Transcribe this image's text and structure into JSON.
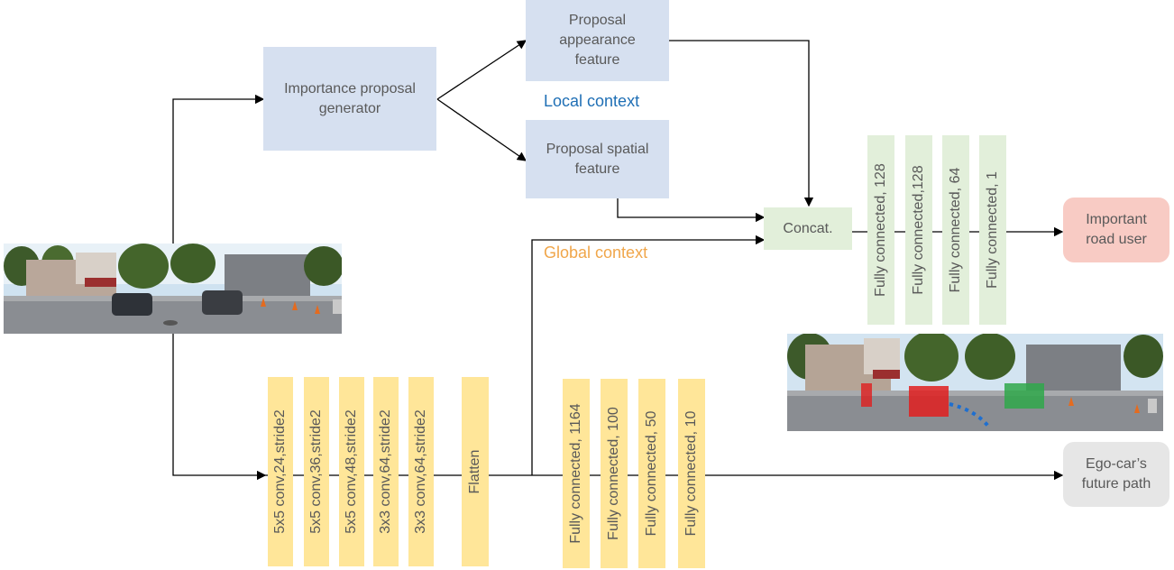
{
  "proposal_generator": "Importance proposal generator",
  "appearance_feature": "Proposal appearance feature",
  "spatial_feature": "Proposal spatial feature",
  "local_context": "Local context",
  "global_context": "Global context",
  "concat": "Concat.",
  "fc_top": [
    "Fully connected, 128",
    "Fully connected,128",
    "Fully connected, 64",
    "Fully connected, 1"
  ],
  "important_road_user": "Important road user",
  "conv_layers": [
    "5x5 conv,24,stride2",
    "5x5 conv,36,stride2",
    "5x5 conv,48,stride2",
    "3x3 conv,64,stride2",
    "3x3 conv,64,stride2"
  ],
  "flatten": "Flatten",
  "fc_bottom": [
    "Fully connected, 1164",
    "Fully connected, 100",
    "Fully connected, 50",
    "Fully connected, 10"
  ],
  "future_path": "Ego-car’s future path",
  "colors": {
    "local_context": "#1f6fb5",
    "global_context": "#f0a64a",
    "proposal_box": "#d6e0f0",
    "fc_box": "#e2efda",
    "conv_box": "#ffe699",
    "output_pink": "#f8cbc4",
    "output_grey": "#e6e6e6"
  }
}
